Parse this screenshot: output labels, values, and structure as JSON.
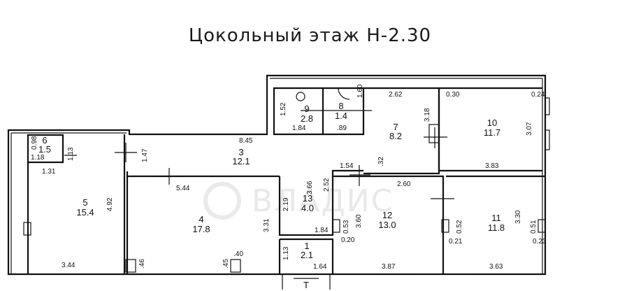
{
  "title": "Цокольный этаж Н-2.30",
  "watermark": "ВЛАДИС",
  "rooms": [
    {
      "num": "1",
      "area": "2.1"
    },
    {
      "num": "3",
      "area": "12.1"
    },
    {
      "num": "4",
      "area": "17.8"
    },
    {
      "num": "5",
      "area": "15.4"
    },
    {
      "num": "6",
      "area": "1.5"
    },
    {
      "num": "7",
      "area": "8.2"
    },
    {
      "num": "8",
      "area": "1.4"
    },
    {
      "num": "9",
      "area": "2.8"
    },
    {
      "num": "10",
      "area": "11.7"
    },
    {
      "num": "11",
      "area": "11.8"
    },
    {
      "num": "12",
      "area": "13.0"
    },
    {
      "num": "13",
      "area": "4.0"
    }
  ],
  "dims": {
    "d0_30": "0.30",
    "d0_24": "0.24",
    "d2_62": "2.62",
    "d1_60": "1.60",
    "d1_52": "1.52",
    "d1_84a": "1.84",
    "d_89": ".89",
    "d3_18": "3.18",
    "d3_07": "3.07",
    "d3_83": "3.83",
    "d8_45": "8.45",
    "d1_47": "1.47",
    "d0_98": "0.98",
    "d1_18": "1.18",
    "d1_13": "1.13",
    "d1_31": "1.31",
    "d4_92": "4.92",
    "d5_44": "5.44",
    "d3_31": "3.31",
    "d_40": ".40",
    "d3_44": "3.44",
    "d_46": ".46",
    "d_45": ".45",
    "d1_54": "1.54",
    "d_32": ".32",
    "d3_66": "3.66",
    "d2_52": "2.52",
    "d2_19": "2.19",
    "d2_60": "2.60",
    "d1_84b": "1.84",
    "d0_53": "0.53",
    "d3_60": "3.60",
    "d0_20": "0.20",
    "d3_87": "3.87",
    "d1_13b": "1.13",
    "d1_64": "1.64",
    "d0_52": "0.52",
    "d0_21": "0.21",
    "d3_30": "3.30",
    "d0_51": "0.51",
    "d0_23": "0.23",
    "d3_63": "3.63"
  }
}
